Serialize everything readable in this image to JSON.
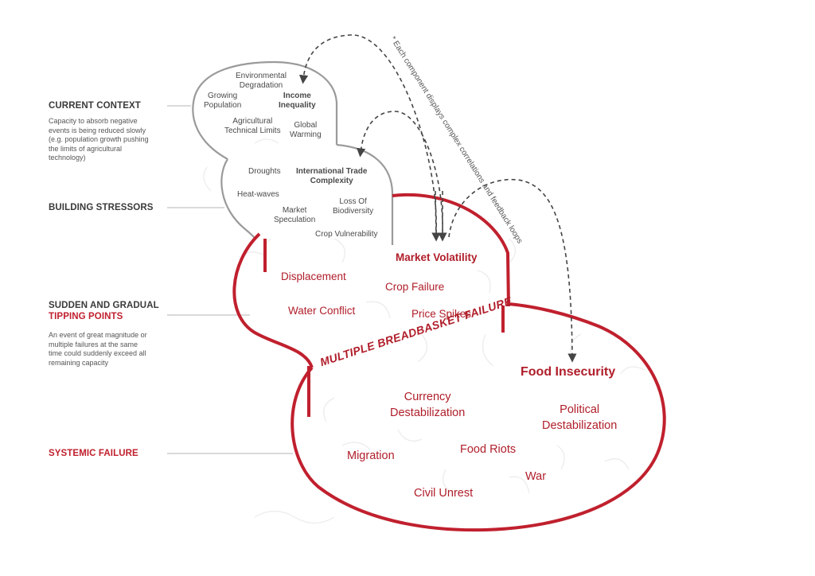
{
  "side_panel": {
    "current_context": {
      "heading": "CURRENT CONTEXT",
      "desc_lines": [
        "Capacity to absorb negative",
        "events is being reduced slowly",
        "(e.g. population growth pushing",
        "the limits of agricultural",
        "technology)"
      ]
    },
    "building_stressors": {
      "heading": "BUILDING STRESSORS"
    },
    "tipping_points": {
      "heading_line1": "SUDDEN AND GRADUAL",
      "heading_line2": "TIPPING POINTS",
      "desc_lines": [
        "An event of great magnitude or",
        "multiple failures at the same",
        "time could suddenly exceed all",
        "remaining capacity"
      ]
    },
    "systemic_failure": {
      "heading": "SYSTEMIC FAILURE"
    }
  },
  "top_blob": {
    "env_degradation": [
      "Environmental",
      "Degradation"
    ],
    "growing_population": [
      "Growing",
      "Population"
    ],
    "income_inequality": [
      "Income",
      "Inequality"
    ],
    "agri_limits": [
      "Agricultural",
      "Technical Limits"
    ],
    "global_warming": [
      "Global",
      "Warming"
    ]
  },
  "middle_blob": {
    "droughts": "Droughts",
    "trade_complexity": [
      "International Trade",
      "Complexity"
    ],
    "heat_waves": "Heat-waves",
    "loss_biodiversity": [
      "Loss Of",
      "Biodiversity"
    ],
    "market_speculation": [
      "Market",
      "Speculation"
    ],
    "crop_vulnerability": "Crop Vulnerability"
  },
  "tipping_blob": {
    "market_volatility": "Market Volatility",
    "displacement": "Displacement",
    "crop_failure": "Crop Failure",
    "water_conflict": "Water Conflict",
    "price_spikes": "Price Spikes",
    "breadbasket_failure": "MULTIPLE BREADBASKET FAILURE"
  },
  "failure_blob": {
    "food_insecurity": "Food Insecurity",
    "currency_destabilization": [
      "Currency",
      "Destabilization"
    ],
    "political_destabilization": [
      "Political",
      "Destabilization"
    ],
    "migration": "Migration",
    "food_riots": "Food Riots",
    "war": "War",
    "civil_unrest": "Civil Unrest"
  },
  "footnote": "* Each component displays complex correlations and feedback loops",
  "colors": {
    "gray_outline": "#9a9a9a",
    "red_outline": "#c0202e",
    "label_red": "#b01e2a",
    "connector": "#b5b5b5",
    "arrow": "#444444",
    "background_doodle": "#ececec"
  }
}
